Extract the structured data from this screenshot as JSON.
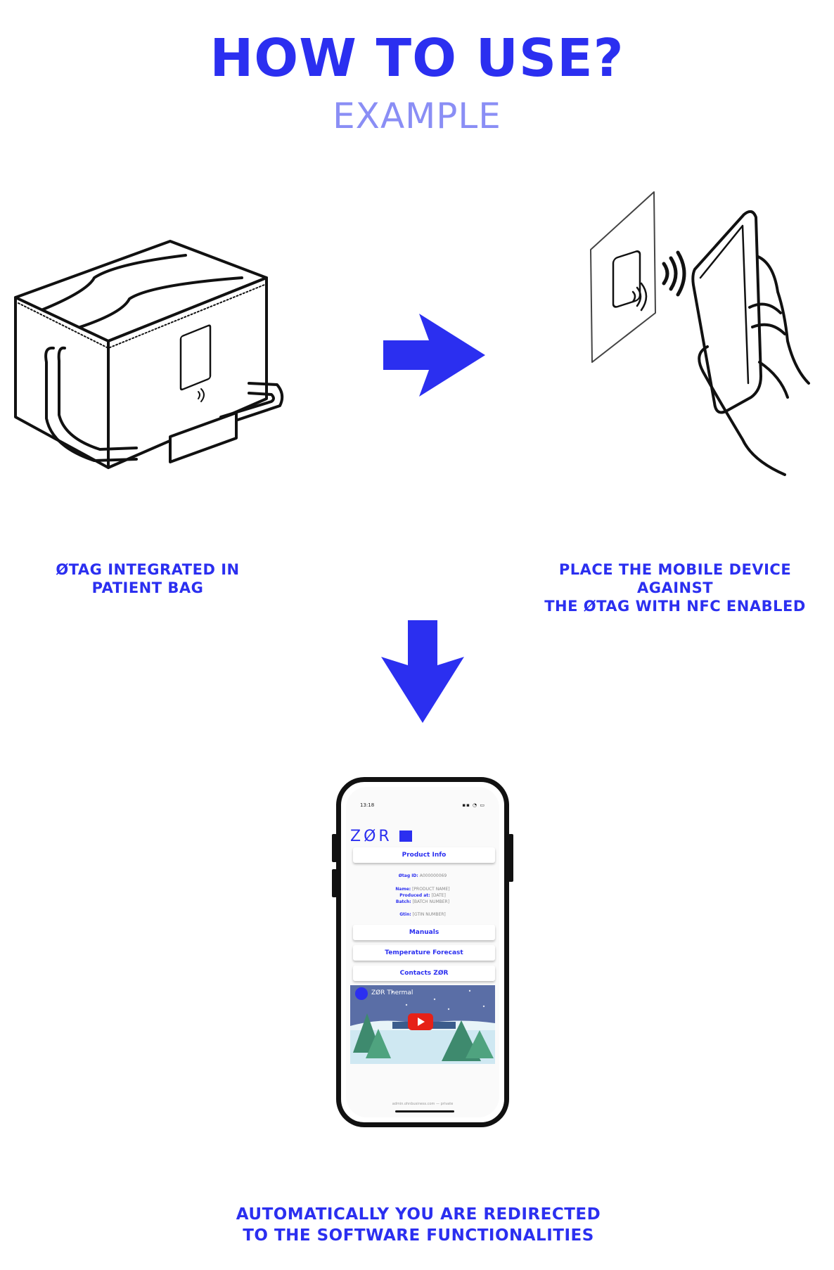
{
  "header": {
    "title": "HOW TO USE?",
    "subtitle": "EXAMPLE"
  },
  "steps": [
    {
      "caption_line1": "ØTAG INTEGRATED IN",
      "caption_line2": "PATIENT BAG"
    },
    {
      "caption_line1": "PLACE THE MOBILE DEVICE AGAINST",
      "caption_line2": "THE ØTAG WITH NFC ENABLED"
    },
    {
      "caption_line1": "AUTOMATICALLY YOU ARE REDIRECTED",
      "caption_line2": "TO THE SOFTWARE FUNCTIONALITIES"
    }
  ],
  "phone": {
    "time": "13:18",
    "status_icons": "▪▪ ◔ ▭",
    "logo": "ZØR",
    "buttons": [
      "Product Info",
      "Manuals",
      "Temperature Forecast",
      "Contacts ZØR"
    ],
    "info": {
      "tag_label": "Øtag ID:",
      "tag_value": "A000000069",
      "name_label": "Name:",
      "name_value": "[PRODUCT NAME]",
      "produced_label": "Produced at:",
      "produced_value": "[DATE]",
      "batch_label": "Batch:",
      "batch_value": "[BATCH NUMBER]",
      "gtin_label": "Gtin:",
      "gtin_value": "[GTIN NUMBER]"
    },
    "video_title": "ZØR Thermal",
    "url": "admin.ohnbusiness.com — private"
  },
  "colors": {
    "accent": "#2b2ff0",
    "subtitle": "#8a8ef5",
    "line_art": "#111111"
  },
  "icons": [
    "arrow-right-icon",
    "arrow-down-icon",
    "nfc-icon",
    "play-icon"
  ]
}
